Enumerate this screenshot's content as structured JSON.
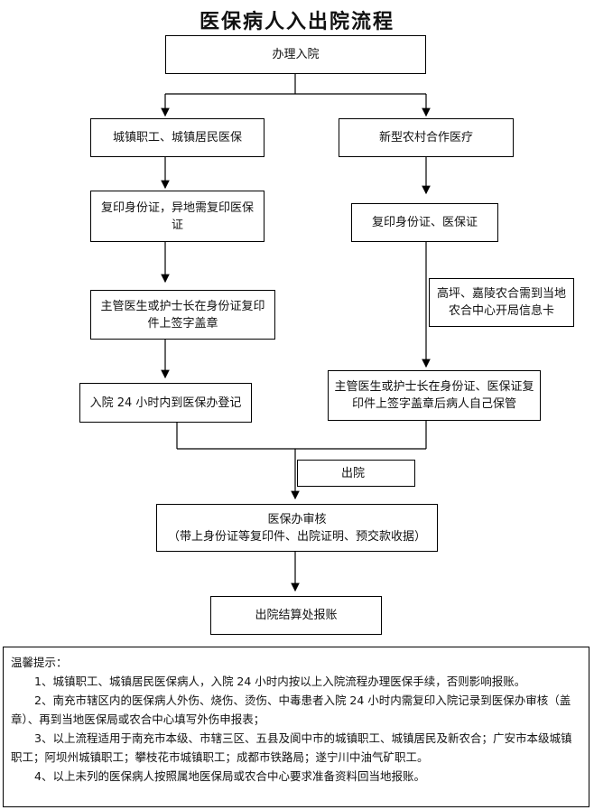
{
  "title": "医保病人入出院流程",
  "nodes": {
    "admission": "办理入院",
    "urban_insurance": "城镇职工、城镇居民医保",
    "rural_coop": "新型农村合作医疗",
    "copy_id_remote": "复印身份证，异地需复印医保证",
    "copy_id_insurance": "复印身份证、医保证",
    "gaoping_jialing": "高坪、嘉陵农合需到当地农合中心开局信息卡",
    "doctor_sign_left": "主管医生或护士长在身份证复印件上签字盖章",
    "doctor_sign_right": "主管医生或护士长在身份证、医保证复印件上签字盖章后病人自己保管",
    "register_24h": "入院 24 小时内到医保办登记",
    "discharge": "出院",
    "audit_line1": "医保办审核",
    "audit_line2": "（带上身份证等复印件、出院证明、预交款收据）",
    "settlement": "出院结算处报账"
  },
  "notes": {
    "title": "温馨提示：",
    "items": [
      "1、城镇职工、城镇居民医保病人，入院 24 小时内按以上入院流程办理医保手续，否则影响报账。",
      "2、南充市辖区内的医保病人外伤、烧伤、烫伤、中毒患者入院 24 小时内需复印入院记录到医保办审核（盖章）、再到当地医保局或农合中心填写外伤申报表；",
      "3、以上流程适用于南充市本级、市辖三区、五县及阆中市的城镇职工、城镇居民及新农合；广安市本级城镇职工；阿坝州城镇职工；攀枝花市城镇职工；成都市铁路局；遂宁川中油气矿职工。",
      "4、以上未列的医保病人按照属地医保局或农合中心要求准备资料回当地报账。"
    ]
  }
}
